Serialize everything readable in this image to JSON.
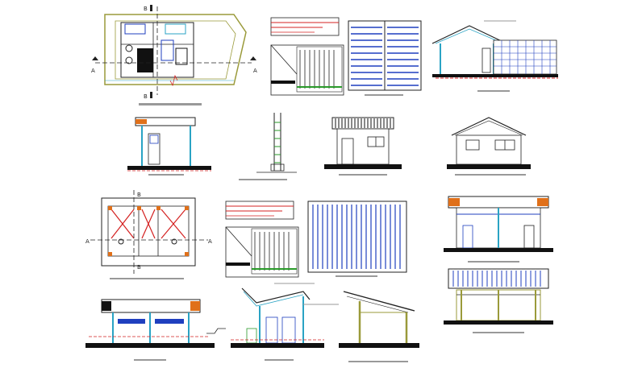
{
  "section_marks": {
    "plan1": {
      "left": "A",
      "right": "A",
      "top": "B",
      "bottom": "B"
    },
    "plan2": {
      "left": "A",
      "right": "A",
      "top": "B",
      "bottom": "B"
    }
  },
  "colors": {
    "background": "#ffffff",
    "line": "#222222",
    "blue": "#1f3fbf",
    "cyan": "#2aa3c4",
    "red": "#d42020",
    "orange": "#e0701a",
    "green": "#2a9a2a",
    "olive": "#9a9a3a",
    "dark": "#111111"
  },
  "icons": [
    "drawing-sheet",
    "floor-plan",
    "section",
    "elevation",
    "table",
    "grille-panel"
  ]
}
